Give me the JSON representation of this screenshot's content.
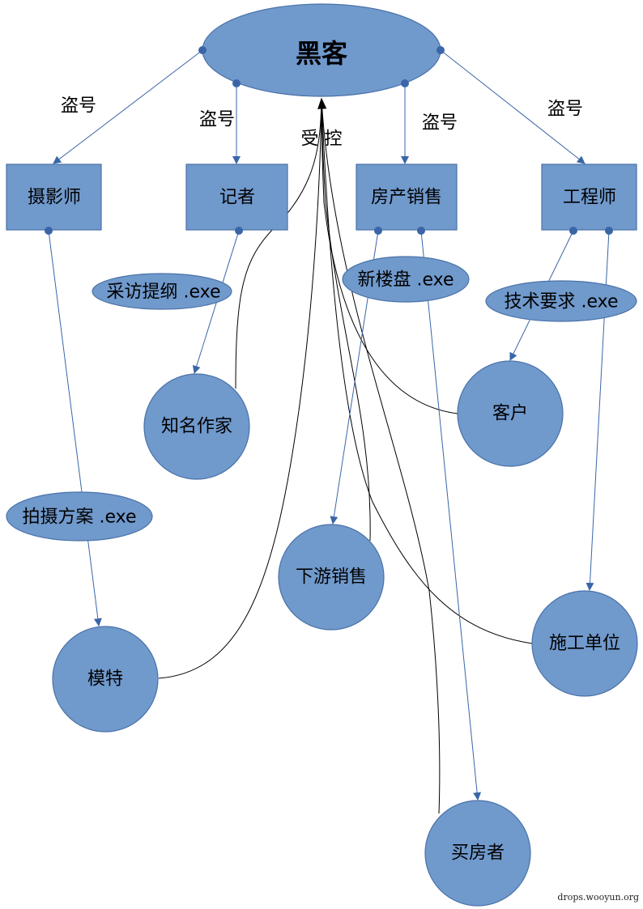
{
  "center": {
    "label": "黑客"
  },
  "edge_labels": {
    "steal": "盗号",
    "controlled": "受 控"
  },
  "victims": [
    {
      "label": "摄影师"
    },
    {
      "label": "记者"
    },
    {
      "label": "房产销售"
    },
    {
      "label": "工程师"
    }
  ],
  "payloads": [
    {
      "label": "采访提纲 .exe"
    },
    {
      "label": "新楼盘 .exe"
    },
    {
      "label": "技术要求 .exe"
    },
    {
      "label": "拍摄方案 .exe"
    }
  ],
  "targets": [
    {
      "label": "知名作家"
    },
    {
      "label": "客户"
    },
    {
      "label": "下游销售"
    },
    {
      "label": "模特"
    },
    {
      "label": "施工单位"
    },
    {
      "label": "买房者"
    }
  ],
  "watermark": "drops.wooyun.org",
  "colors": {
    "node_fill": "#7099cc",
    "node_stroke": "#4a72a8",
    "edge_blue": "#3a66a8"
  }
}
